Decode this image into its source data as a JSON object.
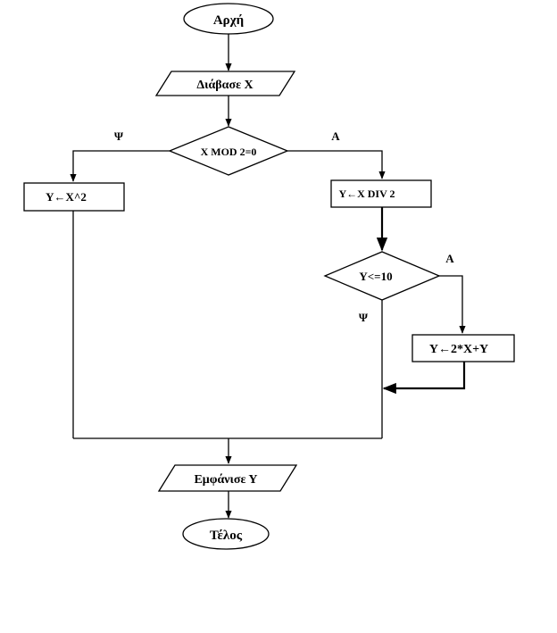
{
  "flowchart": {
    "start_label": "Αρχή",
    "read_label": "Διάβασε Χ",
    "decision1_label": "X MOD 2=0",
    "decision1_no_label": "Ψ",
    "decision1_yes_label": "Α",
    "square_label": "Y←X^2",
    "div_label": "Y←X DIV 2",
    "decision2_label": "Y<=10",
    "decision2_yes_label": "Α",
    "decision2_no_label": "Ψ",
    "update_label": "Y←2*X+Y",
    "output_label": "Εμφάνισε Υ",
    "end_label": "Τέλος"
  }
}
